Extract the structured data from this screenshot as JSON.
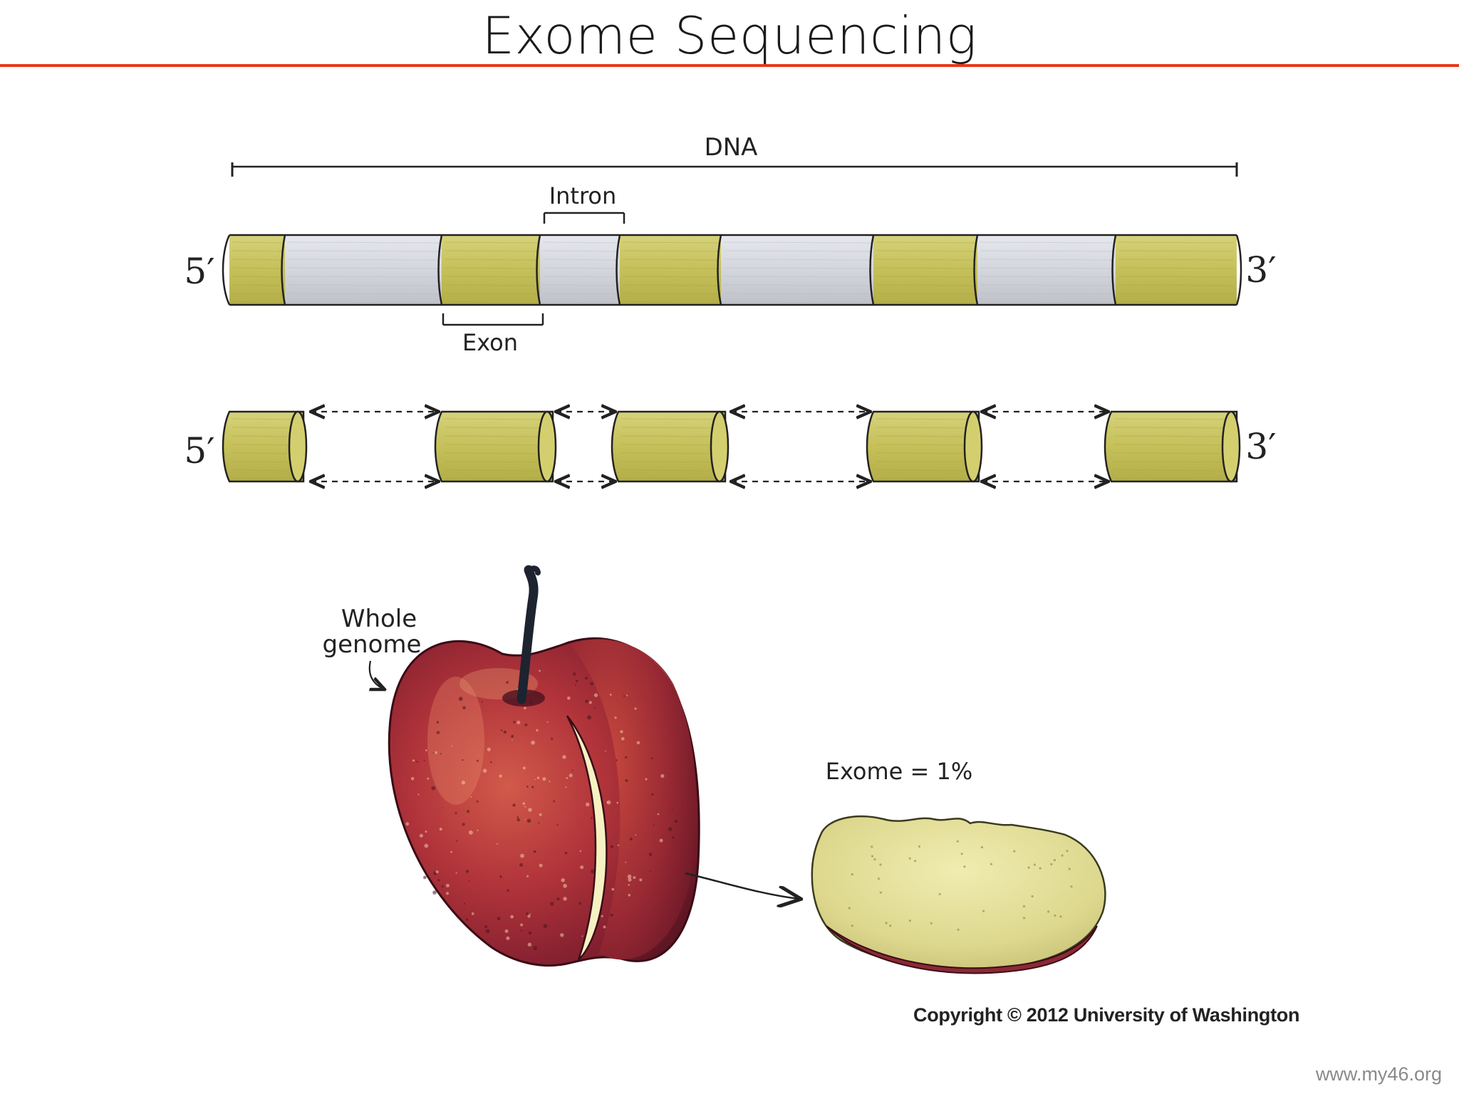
{
  "slide": {
    "title": "Exome Sequencing",
    "accent_color": "#e8381c"
  },
  "diagram": {
    "dna_label": "DNA",
    "intron_label": "Intron",
    "exon_label": "Exon",
    "five_prime": "5′",
    "three_prime": "3′",
    "whole_genome_line1": "Whole",
    "whole_genome_line2": "genome",
    "exome_label": "Exome = 1%",
    "exon_color": "#c9c45a",
    "intron_color": "#d3d5dc"
  },
  "footer": {
    "copyright": "Copyright © 2012 University of Washington",
    "url": "www.my46.org"
  }
}
